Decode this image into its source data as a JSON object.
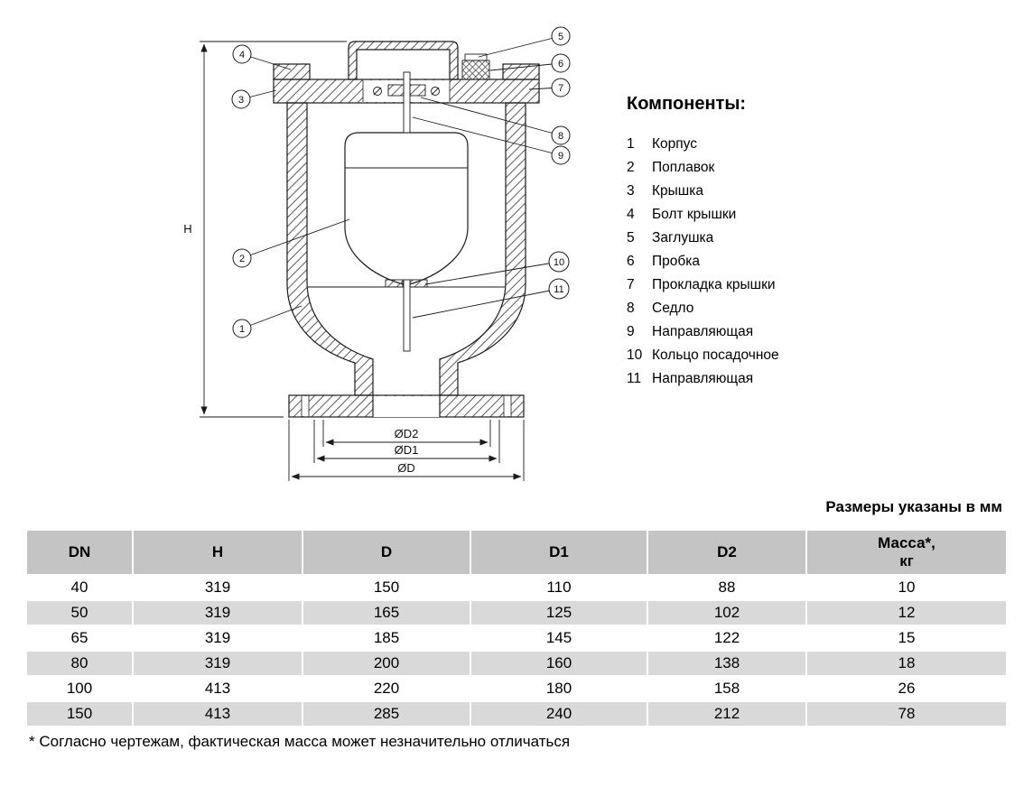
{
  "components": {
    "title": "Компоненты:",
    "items": [
      {
        "num": "1",
        "label": "Корпус"
      },
      {
        "num": "2",
        "label": "Поплавок"
      },
      {
        "num": "3",
        "label": "Крышка"
      },
      {
        "num": "4",
        "label": "Болт крышки"
      },
      {
        "num": "5",
        "label": "Заглушка"
      },
      {
        "num": "6",
        "label": "Пробка"
      },
      {
        "num": "7",
        "label": "Прокладка крышки"
      },
      {
        "num": "8",
        "label": "Седло"
      },
      {
        "num": "9",
        "label": "Направляющая"
      },
      {
        "num": "10",
        "label": "Кольцо посадочное"
      },
      {
        "num": "11",
        "label": "Направляющая"
      }
    ]
  },
  "drawing": {
    "labels": {
      "h": "H",
      "d2": "ØD2",
      "d1": "ØD1",
      "d": "ØD"
    },
    "callouts": [
      "1",
      "2",
      "3",
      "4",
      "5",
      "6",
      "7",
      "8",
      "9",
      "10",
      "11"
    ]
  },
  "table": {
    "units_note": "Размеры указаны в мм",
    "headers": [
      "DN",
      "H",
      "D",
      "D1",
      "D2",
      "Масса*,\nкг"
    ],
    "rows": [
      [
        "40",
        "319",
        "150",
        "110",
        "88",
        "10"
      ],
      [
        "50",
        "319",
        "165",
        "125",
        "102",
        "12"
      ],
      [
        "65",
        "319",
        "185",
        "145",
        "122",
        "15"
      ],
      [
        "80",
        "319",
        "200",
        "160",
        "138",
        "18"
      ],
      [
        "100",
        "413",
        "220",
        "180",
        "158",
        "26"
      ],
      [
        "150",
        "413",
        "285",
        "240",
        "212",
        "78"
      ]
    ]
  },
  "footnote": "* Согласно чертежам, фактическая масса может незначительно отличаться",
  "colors": {
    "header_bg": "#c4c4c4",
    "row_shaded_bg": "#d9d9d9"
  }
}
